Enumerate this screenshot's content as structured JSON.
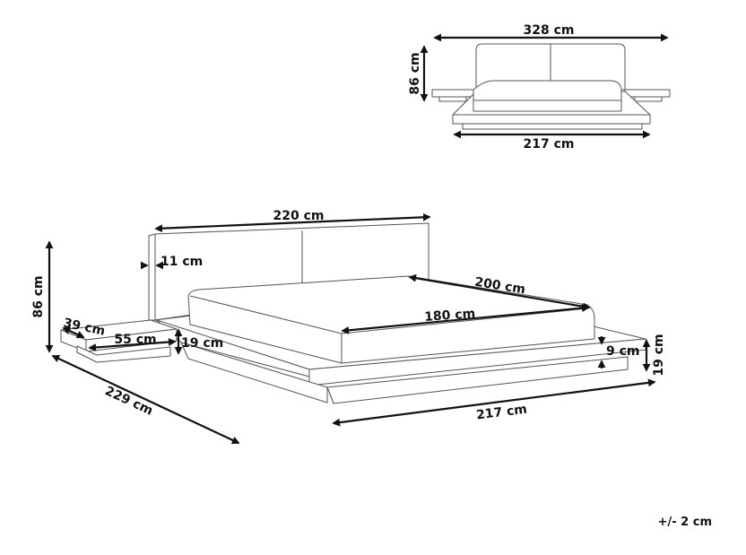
{
  "top_view": {
    "width_label": "328 cm",
    "height_label": "86 cm",
    "base_label": "217 cm"
  },
  "main_view": {
    "headboard_width": "220 cm",
    "headboard_thickness": "11 cm",
    "total_height": "86 cm",
    "total_length": "229 cm",
    "nightstand_depth": "39 cm",
    "nightstand_width": "55 cm",
    "nightstand_height": "19 cm",
    "mattress_length": "200 cm",
    "mattress_width": "180 cm",
    "frame_step": "9 cm",
    "frame_height": "19 cm",
    "frame_width": "217 cm"
  },
  "tolerance": "+/- 2 cm",
  "colors": {
    "line": "#555555",
    "dimension": "#111111"
  }
}
